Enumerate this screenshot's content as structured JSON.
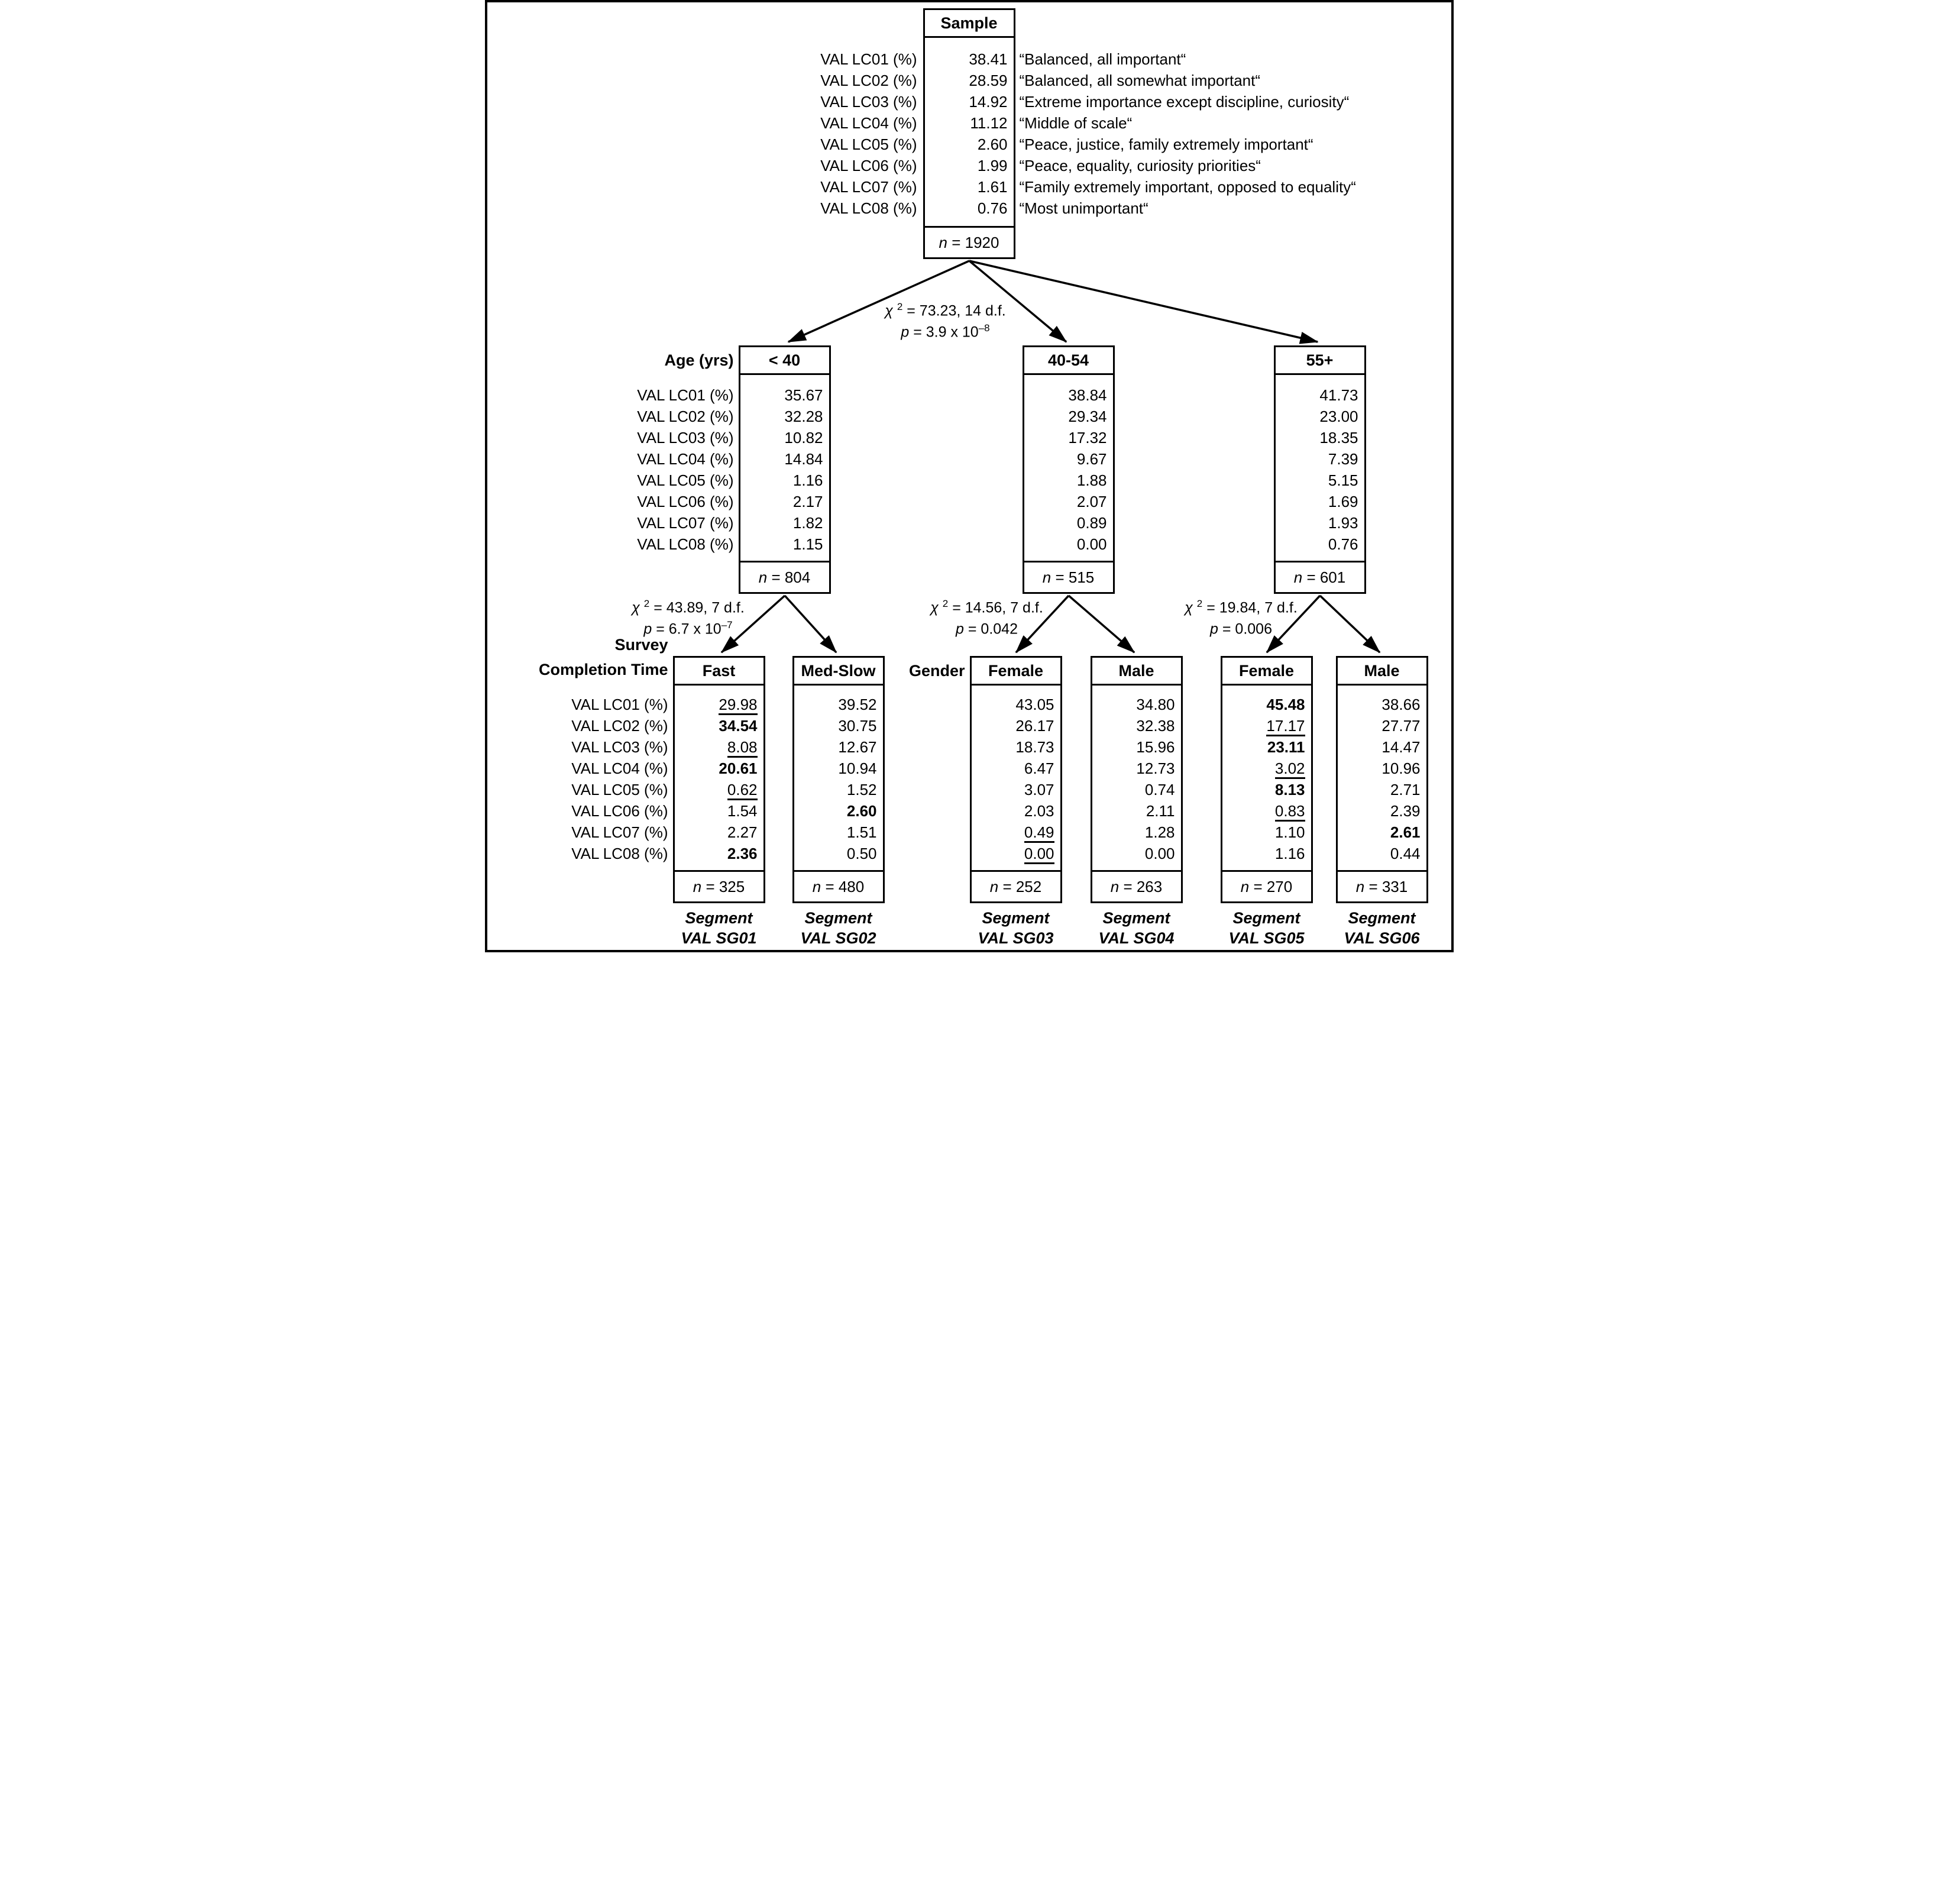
{
  "n_label": "n",
  "row_labels": [
    "VAL LC01 (%)",
    "VAL LC02 (%)",
    "VAL LC03 (%)",
    "VAL LC04 (%)",
    "VAL LC05 (%)",
    "VAL LC06 (%)",
    "VAL LC07 (%)",
    "VAL LC08 (%)"
  ],
  "root": {
    "header": "Sample",
    "values": [
      {
        "t": "38.41",
        "s": ""
      },
      {
        "t": "28.59",
        "s": ""
      },
      {
        "t": "14.92",
        "s": ""
      },
      {
        "t": "11.12",
        "s": ""
      },
      {
        "t": "2.60",
        "s": ""
      },
      {
        "t": "1.99",
        "s": ""
      },
      {
        "t": "1.61",
        "s": ""
      },
      {
        "t": "0.76",
        "s": ""
      }
    ],
    "n_rest": " = 1920",
    "descriptions": [
      "“Balanced, all important“",
      "“Balanced, all somewhat important“",
      "“Extreme importance except discipline, curiosity“",
      "“Middle of scale“",
      "“Peace, justice, family extremely important“",
      "“Peace, equality, curiosity priorities“",
      "“Family extremely important, opposed to equality“",
      "“Most unimportant“"
    ]
  },
  "splits": [
    {
      "chi": "χ ",
      "chi_sup": "2",
      "chi_eq": " = 73.23, 14 d.f.",
      "p": "p",
      "p_eq": " = 3.9 x 10",
      "p_sup": "–8"
    },
    {
      "chi": "χ ",
      "chi_sup": "2",
      "chi_eq": " = 43.89, 7 d.f.",
      "p": "p",
      "p_eq": " = 6.7 x 10",
      "p_sup": "–7"
    },
    {
      "chi": "χ ",
      "chi_sup": "2",
      "chi_eq": " = 14.56, 7 d.f.",
      "p": "p",
      "p_eq": " = 0.042",
      "p_sup": ""
    },
    {
      "chi": "χ ",
      "chi_sup": "2",
      "chi_eq": " = 19.84, 7 d.f.",
      "p": "p",
      "p_eq": " = 0.006",
      "p_sup": ""
    }
  ],
  "level2": {
    "axis_label": "Age (yrs)",
    "nodes": [
      {
        "header": "< 40",
        "values": [
          {
            "t": "35.67",
            "s": ""
          },
          {
            "t": "32.28",
            "s": ""
          },
          {
            "t": "10.82",
            "s": ""
          },
          {
            "t": "14.84",
            "s": ""
          },
          {
            "t": "1.16",
            "s": ""
          },
          {
            "t": "2.17",
            "s": ""
          },
          {
            "t": "1.82",
            "s": ""
          },
          {
            "t": "1.15",
            "s": ""
          }
        ],
        "n_rest": " = 804"
      },
      {
        "header": "40-54",
        "values": [
          {
            "t": "38.84",
            "s": ""
          },
          {
            "t": "29.34",
            "s": ""
          },
          {
            "t": "17.32",
            "s": ""
          },
          {
            "t": "9.67",
            "s": ""
          },
          {
            "t": "1.88",
            "s": ""
          },
          {
            "t": "2.07",
            "s": ""
          },
          {
            "t": "0.89",
            "s": ""
          },
          {
            "t": "0.00",
            "s": ""
          }
        ],
        "n_rest": " = 515"
      },
      {
        "header": "55+",
        "values": [
          {
            "t": "41.73",
            "s": ""
          },
          {
            "t": "23.00",
            "s": ""
          },
          {
            "t": "18.35",
            "s": ""
          },
          {
            "t": "7.39",
            "s": ""
          },
          {
            "t": "5.15",
            "s": ""
          },
          {
            "t": "1.69",
            "s": ""
          },
          {
            "t": "1.93",
            "s": ""
          },
          {
            "t": "0.76",
            "s": ""
          }
        ],
        "n_rest": " = 601"
      }
    ]
  },
  "level3": {
    "axis_survey_line1": "Survey",
    "axis_survey_line2": "Completion Time",
    "axis_gender": "Gender",
    "nodes": [
      {
        "header": "Fast",
        "values": [
          {
            "t": "29.98",
            "s": "u"
          },
          {
            "t": "34.54",
            "s": "b"
          },
          {
            "t": "8.08",
            "s": "u"
          },
          {
            "t": "20.61",
            "s": "b"
          },
          {
            "t": "0.62",
            "s": "u"
          },
          {
            "t": "1.54",
            "s": ""
          },
          {
            "t": "2.27",
            "s": ""
          },
          {
            "t": "2.36",
            "s": "b"
          }
        ],
        "n_rest": " = 325",
        "segment": [
          "Segment",
          "VAL SG01"
        ]
      },
      {
        "header": "Med-Slow",
        "values": [
          {
            "t": "39.52",
            "s": ""
          },
          {
            "t": "30.75",
            "s": ""
          },
          {
            "t": "12.67",
            "s": ""
          },
          {
            "t": "10.94",
            "s": ""
          },
          {
            "t": "1.52",
            "s": ""
          },
          {
            "t": "2.60",
            "s": "b"
          },
          {
            "t": "1.51",
            "s": ""
          },
          {
            "t": "0.50",
            "s": ""
          }
        ],
        "n_rest": " = 480",
        "segment": [
          "Segment",
          "VAL SG02"
        ]
      },
      {
        "header": "Female",
        "values": [
          {
            "t": "43.05",
            "s": ""
          },
          {
            "t": "26.17",
            "s": ""
          },
          {
            "t": "18.73",
            "s": ""
          },
          {
            "t": "6.47",
            "s": ""
          },
          {
            "t": "3.07",
            "s": ""
          },
          {
            "t": "2.03",
            "s": ""
          },
          {
            "t": "0.49",
            "s": "u"
          },
          {
            "t": "0.00",
            "s": "u"
          }
        ],
        "n_rest": " = 252",
        "segment": [
          "Segment",
          "VAL SG03"
        ]
      },
      {
        "header": "Male",
        "values": [
          {
            "t": "34.80",
            "s": ""
          },
          {
            "t": "32.38",
            "s": ""
          },
          {
            "t": "15.96",
            "s": ""
          },
          {
            "t": "12.73",
            "s": ""
          },
          {
            "t": "0.74",
            "s": ""
          },
          {
            "t": "2.11",
            "s": ""
          },
          {
            "t": "1.28",
            "s": ""
          },
          {
            "t": "0.00",
            "s": ""
          }
        ],
        "n_rest": " = 263",
        "segment": [
          "Segment",
          "VAL SG04"
        ]
      },
      {
        "header": "Female",
        "values": [
          {
            "t": "45.48",
            "s": "b"
          },
          {
            "t": "17.17",
            "s": "u"
          },
          {
            "t": "23.11",
            "s": "b"
          },
          {
            "t": "3.02",
            "s": "u"
          },
          {
            "t": "8.13",
            "s": "b"
          },
          {
            "t": "0.83",
            "s": "u"
          },
          {
            "t": "1.10",
            "s": ""
          },
          {
            "t": "1.16",
            "s": ""
          }
        ],
        "n_rest": " = 270",
        "segment": [
          "Segment",
          "VAL SG05"
        ]
      },
      {
        "header": "Male",
        "values": [
          {
            "t": "38.66",
            "s": ""
          },
          {
            "t": "27.77",
            "s": ""
          },
          {
            "t": "14.47",
            "s": ""
          },
          {
            "t": "10.96",
            "s": ""
          },
          {
            "t": "2.71",
            "s": ""
          },
          {
            "t": "2.39",
            "s": ""
          },
          {
            "t": "2.61",
            "s": "b"
          },
          {
            "t": "0.44",
            "s": ""
          }
        ],
        "n_rest": " = 331",
        "segment": [
          "Segment",
          "VAL SG06"
        ]
      }
    ]
  }
}
